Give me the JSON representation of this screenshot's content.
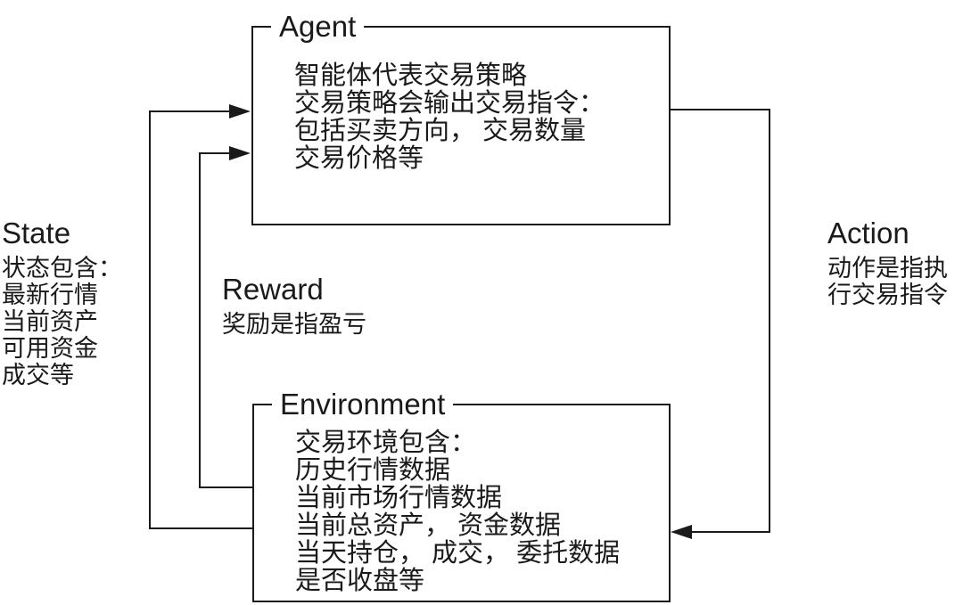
{
  "diagram": {
    "title": "Reinforcement learning trading loop",
    "type": "flow-diagram",
    "background_color": "#ffffff",
    "line_color": "#1a1a1a"
  },
  "agent_box": {
    "title": "Agent",
    "lines": [
      "智能体代表交易策略",
      "交易策略会输出交易指令：",
      "包括买卖方向， 交易数量",
      "交易价格等"
    ]
  },
  "environment_box": {
    "title": "Environment",
    "lines": [
      "交易环境包含：",
      "历史行情数据",
      "当前市场行情数据",
      "当前总资产， 资金数据",
      "当天持仓， 成交， 委托数据",
      "是否收盘等"
    ]
  },
  "state_label": {
    "title": "State",
    "lines": [
      "状态包含：",
      "最新行情",
      "当前资产",
      "可用资金",
      "成交等"
    ]
  },
  "reward_label": {
    "title": "Reward",
    "lines": [
      "奖励是指盈亏"
    ]
  },
  "action_label": {
    "title": "Action",
    "lines": [
      "动作是指执",
      "行交易指令"
    ]
  },
  "edges": [
    {
      "name": "state-edge",
      "from": "environment",
      "to": "agent",
      "label": "State"
    },
    {
      "name": "reward-edge",
      "from": "environment",
      "to": "agent",
      "label": "Reward"
    },
    {
      "name": "action-edge",
      "from": "agent",
      "to": "environment",
      "label": "Action"
    }
  ]
}
